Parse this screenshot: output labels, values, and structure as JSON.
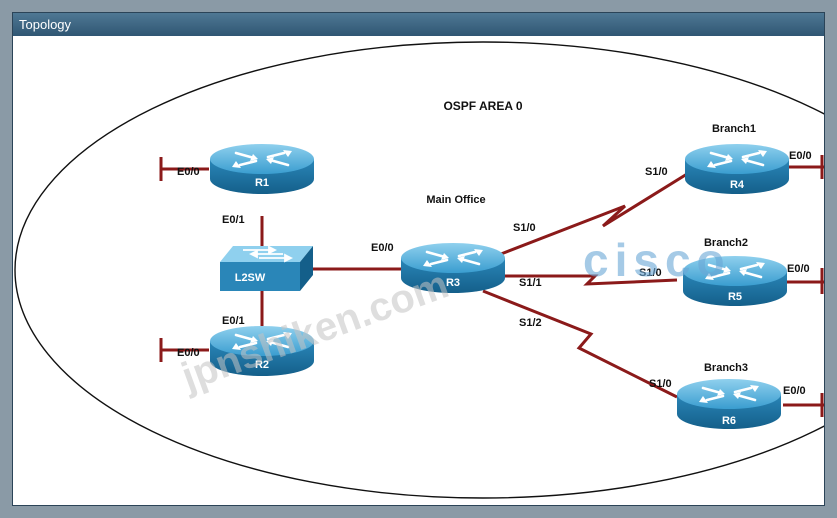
{
  "window": {
    "title": "Topology"
  },
  "diagram": {
    "area_label": "OSPF AREA 0",
    "site_labels": {
      "main": "Main Office",
      "branch1": "Branch1",
      "branch2": "Branch2",
      "branch3": "Branch3"
    },
    "devices": {
      "r1": "R1",
      "r2": "R2",
      "r3": "R3",
      "r4": "R4",
      "r5": "R5",
      "r6": "R6",
      "l2sw": "L2SW"
    },
    "interfaces": {
      "r1_lan": "E0/0",
      "r1_sw": "E0/1",
      "r2_lan": "E0/0",
      "r2_sw": "E0/1",
      "r3_lan": "E0/0",
      "r3_s10": "S1/0",
      "r3_s11": "S1/1",
      "r3_s12": "S1/2",
      "r4_s10": "S1/0",
      "r4_e00": "E0/0",
      "r5_s10": "S1/0",
      "r5_e00": "E0/0",
      "r6_s10": "S1/0",
      "r6_e00": "E0/0"
    }
  },
  "watermarks": {
    "left": "jpnshiken.com",
    "right": "cisco"
  },
  "colors": {
    "link": "#8b1a1a",
    "router": "#2f8fbf",
    "titlebar": "#3c627e"
  }
}
